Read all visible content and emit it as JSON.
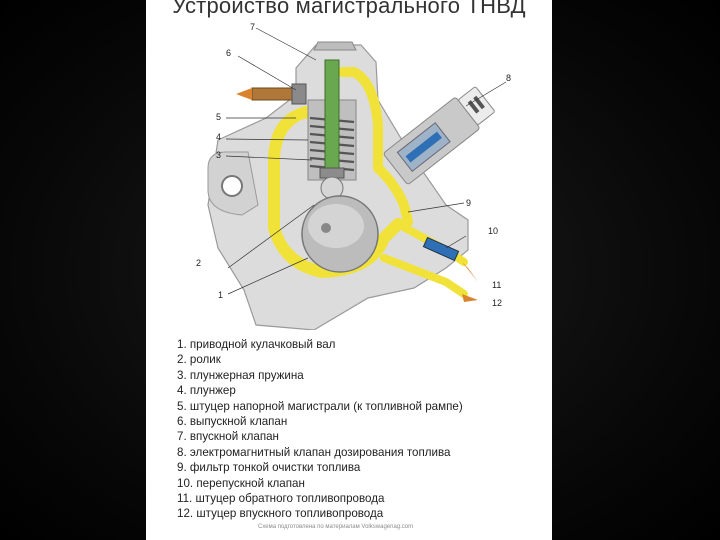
{
  "slide": {
    "title": "Устройство магистрального ТНВД"
  },
  "diagram": {
    "callouts": [
      {
        "number": "1"
      },
      {
        "number": "2"
      },
      {
        "number": "3"
      },
      {
        "number": "4"
      },
      {
        "number": "5"
      },
      {
        "number": "6"
      },
      {
        "number": "7"
      },
      {
        "number": "8"
      },
      {
        "number": "9"
      },
      {
        "number": "10"
      },
      {
        "number": "11"
      },
      {
        "number": "12"
      }
    ],
    "colors": {
      "housing": "#dcdcdc",
      "fuel_channel": "#f1e23a",
      "plunger": "#6aa84f",
      "spring": "#555555",
      "valve_blue": "#2f6fb5",
      "outlet_fitting": "#b07838",
      "arrow": "#d9832f"
    }
  },
  "legend": [
    "1. приводной кулачковый вал",
    "2. ролик",
    "3. плунжерная пружина",
    "4. плунжер",
    "5. штуцер напорной магистрали (к топливной рампе)",
    "6. выпускной клапан",
    "7. впускной клапан",
    "8. электромагнитный клапан дозирования топлива",
    "9. фильтр тонкой очистки топлива",
    "10. перепускной клапан",
    "11. штуцер обратного топливопровода",
    "12. штуцер впускного топливопровода"
  ],
  "source_note": "Схема подготовлена по материалам Volkswagenag.com"
}
